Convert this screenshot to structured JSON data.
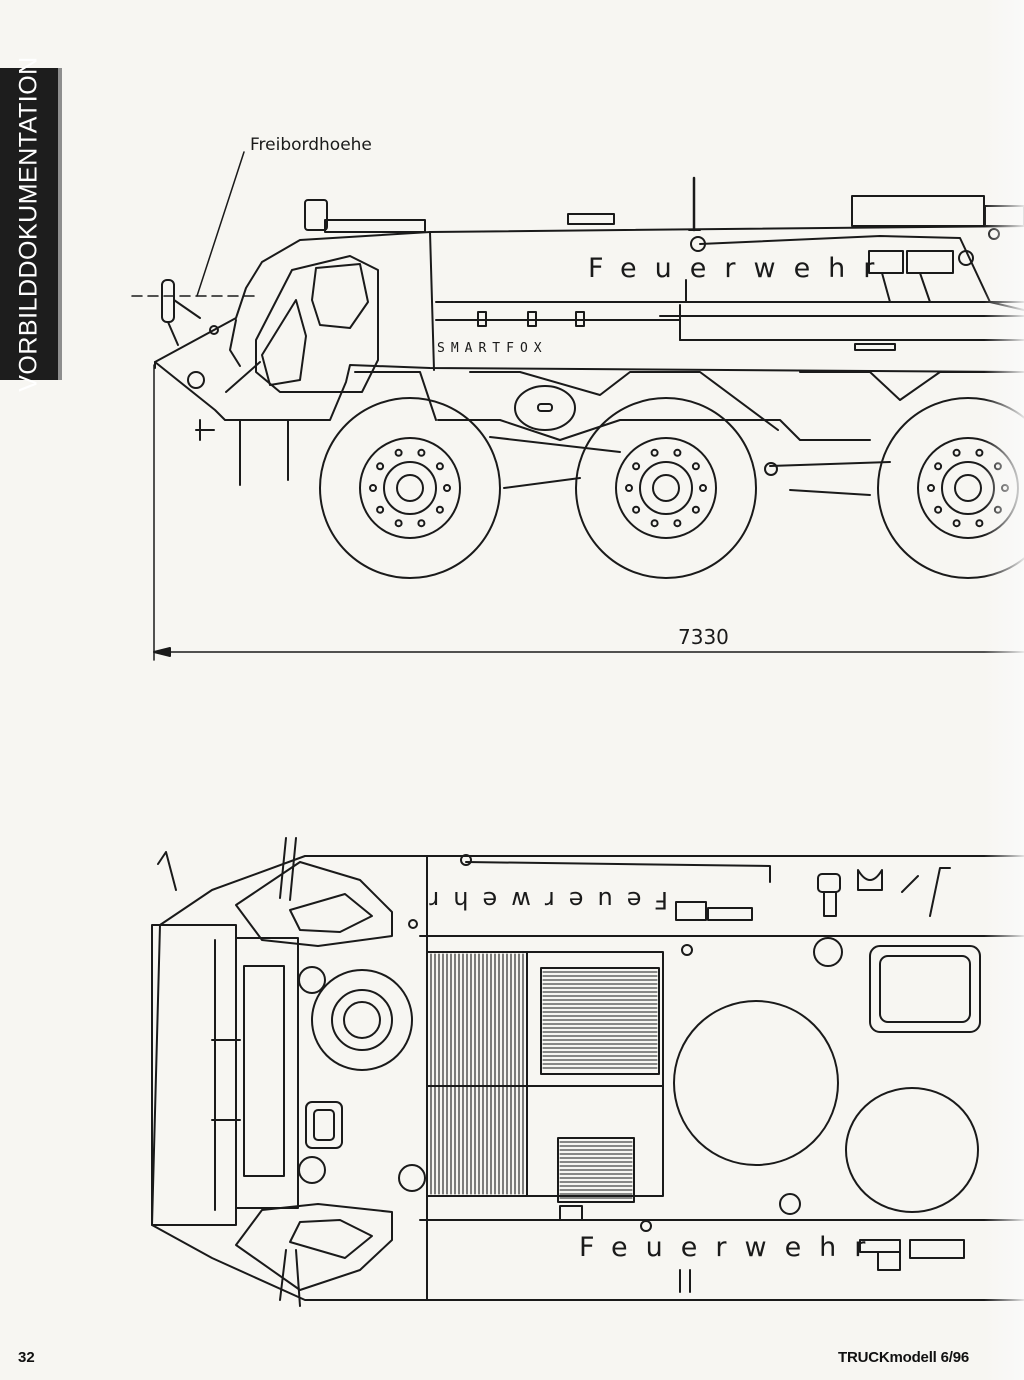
{
  "section_tab": "VORBILDDOKUMENTATION",
  "side_view": {
    "callout": "Freibordhoehe",
    "text_feuerwehr": "Feuerwehr",
    "text_smartfox": "SMARTFOX",
    "dimension": "7330"
  },
  "top_view": {
    "text_feuerwehr_mirrored": "Feuerwehr",
    "text_feuerwehr": "Feuerwehr"
  },
  "footer": {
    "page_number": "32",
    "publication": "TRUCKmodell 6/96"
  }
}
